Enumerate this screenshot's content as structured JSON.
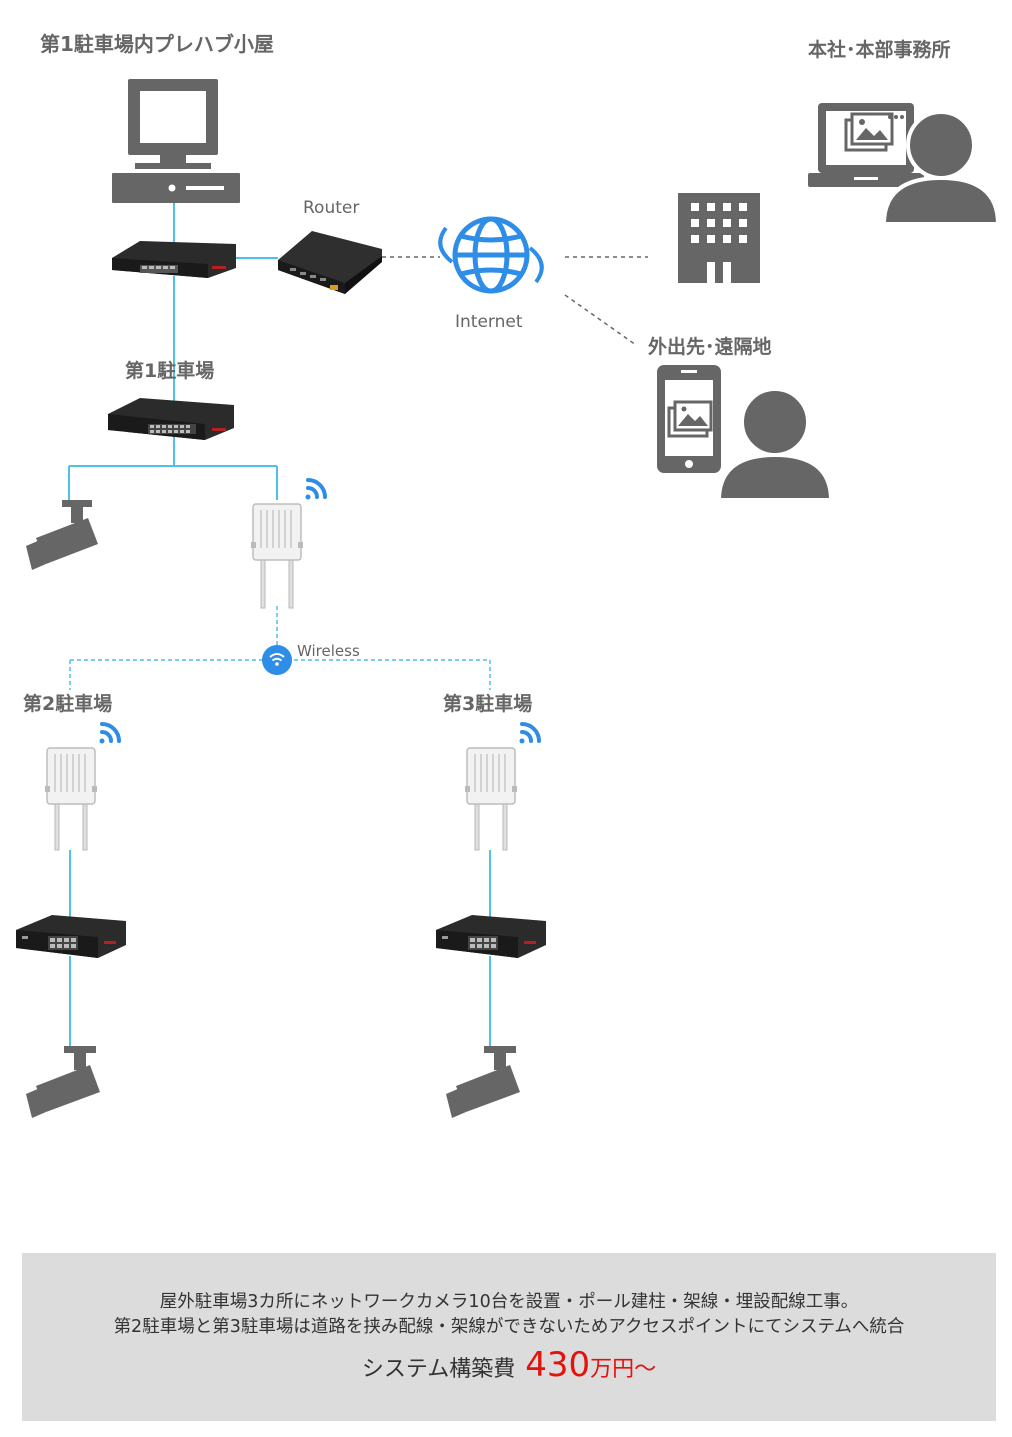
{
  "labels": {
    "site_title": "第1駐車場内プレハブ小屋",
    "hq": "本社･本部事務所",
    "router": "Router",
    "internet": "Internet",
    "remote": "外出先･遠隔地",
    "lot1": "第1駐車場",
    "lot2": "第2駐車場",
    "lot3": "第3駐車場",
    "wireless": "Wireless"
  },
  "colors": {
    "cable": "#4fc0e6",
    "wireless_link": "#4fc0e6",
    "wifi_accent": "#2e8de6",
    "icon_gray": "#666666",
    "panel_bg": "#dcdcdc",
    "price_red": "#e3120b"
  },
  "summary": {
    "line1": "屋外駐車場3カ所にネットワークカメラ10台を設置・ポール建柱・架線・埋設配線工事。",
    "line2": "第2駐車場と第3駐車場は道路を挟み配線・架線ができないためアクセスポイントにてシステムへ統合",
    "price_label": "システム構築費",
    "price_value": "430",
    "price_unit": "万円～"
  }
}
